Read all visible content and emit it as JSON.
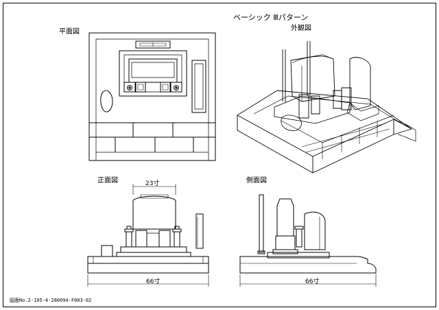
{
  "sheet": {
    "title": "ベーシック Ⅲパターン",
    "drawing_number": "図面No.2-105-4-280094-F003-02"
  },
  "views": {
    "plan": {
      "label": "平面図"
    },
    "perspective": {
      "label": "外観図"
    },
    "front": {
      "label": "正面図",
      "top_width": "23寸",
      "base_width": "66寸"
    },
    "side": {
      "label": "側面図",
      "base_width": "66寸"
    }
  }
}
